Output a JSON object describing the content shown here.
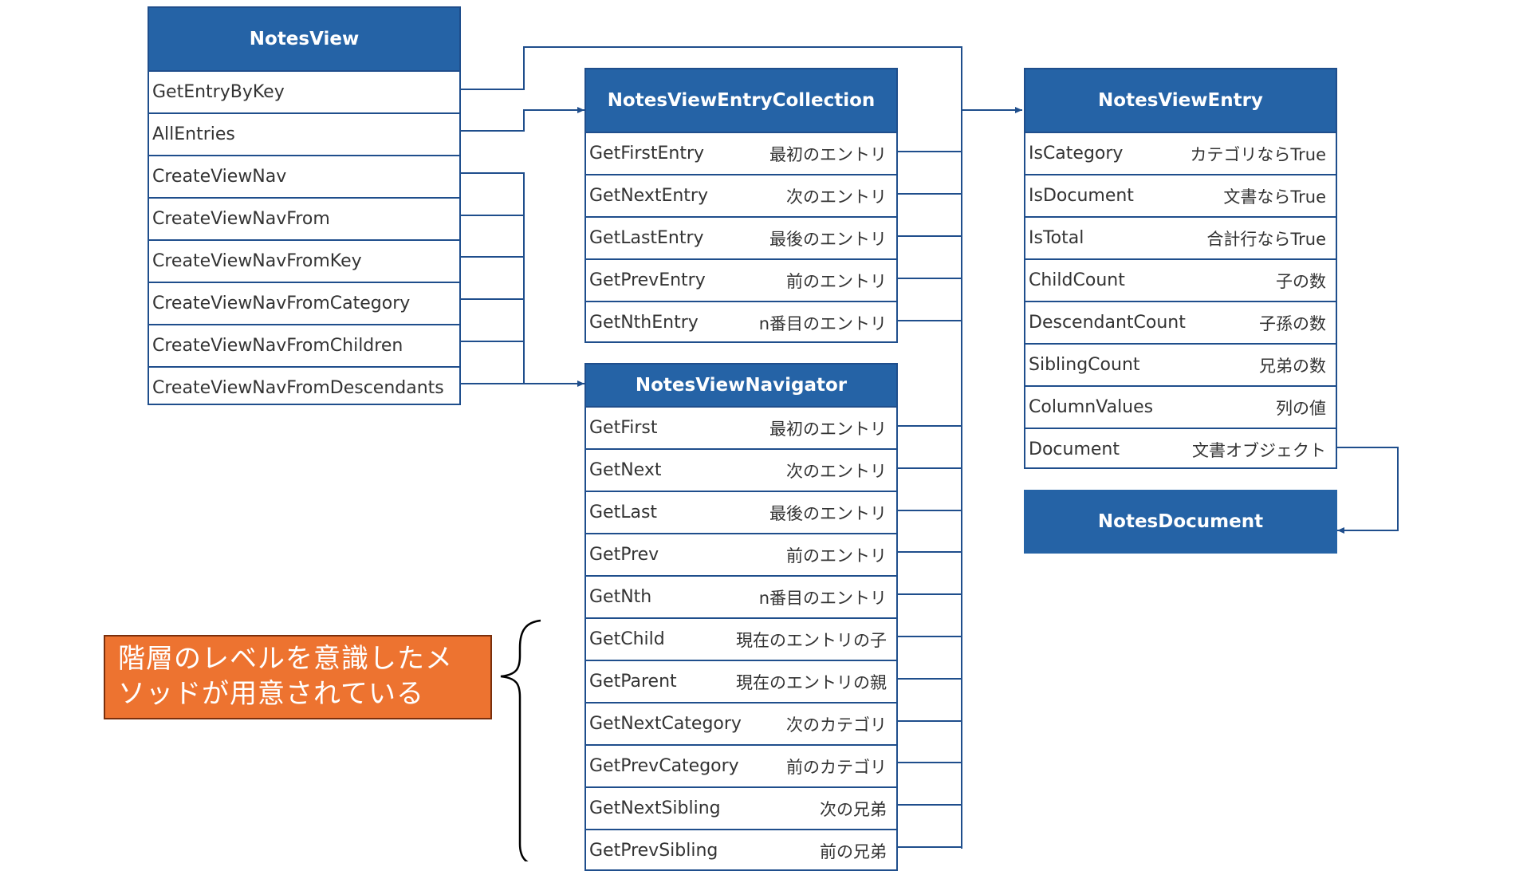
{
  "notes_view": {
    "title": "NotesView",
    "methods": [
      "GetEntryByKey",
      "AllEntries",
      "CreateViewNav",
      "CreateViewNavFrom",
      "CreateViewNavFromKey",
      "CreateViewNavFromCategory",
      "CreateViewNavFromChildren",
      "CreateViewNavFromDescendants"
    ]
  },
  "collection": {
    "title": "NotesViewEntryCollection",
    "rows": [
      {
        "method": "GetFirstEntry",
        "desc": "最初のエントリ"
      },
      {
        "method": "GetNextEntry",
        "desc": "次のエントリ"
      },
      {
        "method": "GetLastEntry",
        "desc": "最後のエントリ"
      },
      {
        "method": "GetPrevEntry",
        "desc": "前のエントリ"
      },
      {
        "method": "GetNthEntry",
        "desc": "n番目のエントリ"
      }
    ]
  },
  "navigator": {
    "title": "NotesViewNavigator",
    "rows": [
      {
        "method": "GetFirst",
        "desc": "最初のエントリ"
      },
      {
        "method": "GetNext",
        "desc": "次のエントリ"
      },
      {
        "method": "GetLast",
        "desc": "最後のエントリ"
      },
      {
        "method": "GetPrev",
        "desc": "前のエントリ"
      },
      {
        "method": "GetNth",
        "desc": "n番目のエントリ"
      },
      {
        "method": "GetChild",
        "desc": "現在のエントリの子"
      },
      {
        "method": "GetParent",
        "desc": "現在のエントリの親"
      },
      {
        "method": "GetNextCategory",
        "desc": "次のカテゴリ"
      },
      {
        "method": "GetPrevCategory",
        "desc": "前のカテゴリ"
      },
      {
        "method": "GetNextSibling",
        "desc": "次の兄弟"
      },
      {
        "method": "GetPrevSibling",
        "desc": "前の兄弟"
      }
    ]
  },
  "entry": {
    "title": "NotesViewEntry",
    "rows": [
      {
        "method": "IsCategory",
        "desc": "カテゴリならTrue"
      },
      {
        "method": "IsDocument",
        "desc": "文書ならTrue"
      },
      {
        "method": "IsTotal",
        "desc": "合計行ならTrue"
      },
      {
        "method": "ChildCount",
        "desc": "子の数"
      },
      {
        "method": "DescendantCount",
        "desc": "子孫の数"
      },
      {
        "method": "SiblingCount",
        "desc": "兄弟の数"
      },
      {
        "method": "ColumnValues",
        "desc": "列の値"
      },
      {
        "method": "Document",
        "desc": "文書オブジェクト"
      }
    ]
  },
  "document": {
    "title": "NotesDocument"
  },
  "callout": {
    "line1": "階層のレベルを意識したメ",
    "line2": "ソッドが用意されている"
  },
  "colors": {
    "header": "#2563a6",
    "border": "#1f4e8c",
    "callout": "#ed7330"
  }
}
